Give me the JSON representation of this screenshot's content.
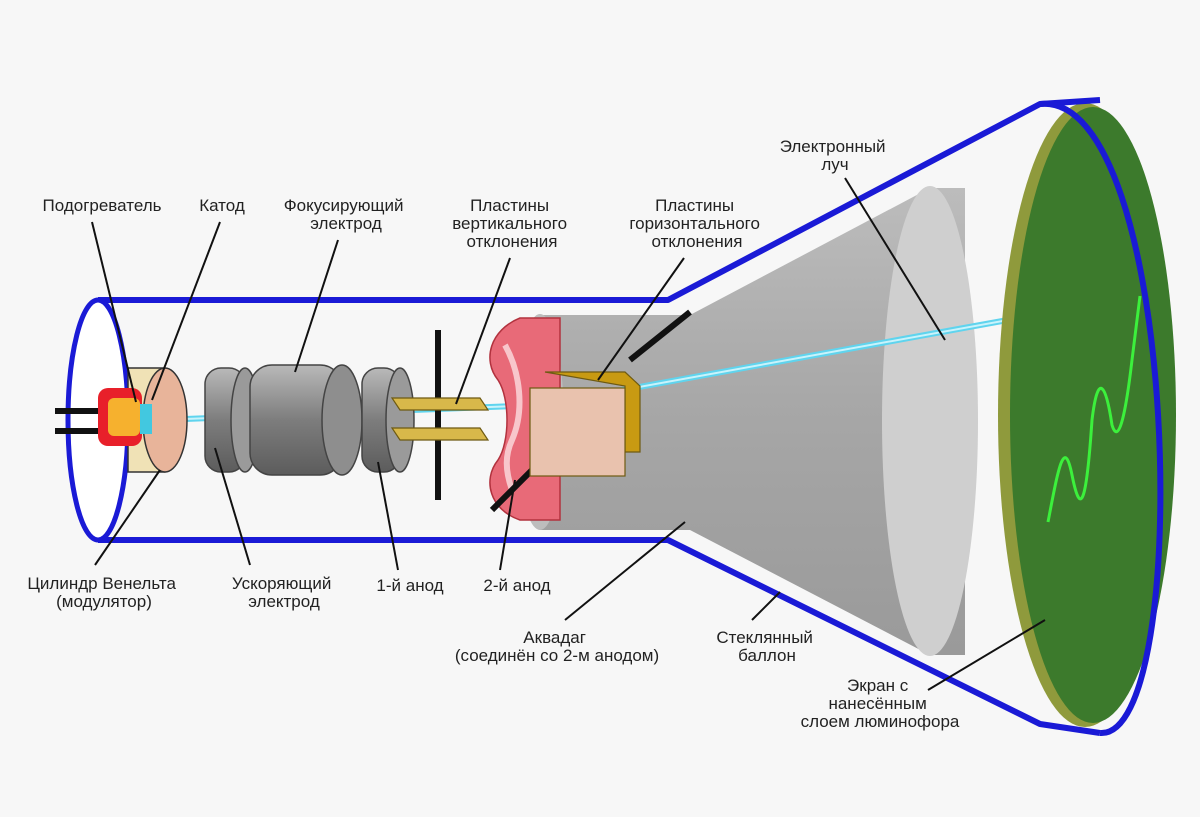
{
  "labels": {
    "heater": "Подогреватель",
    "cathode": "Катод",
    "focusing": [
      "Фокусирующий",
      "электрод"
    ],
    "vertical_plates": [
      "Пластины",
      "вертикального",
      "отклонения"
    ],
    "horizontal_plates": [
      "Пластины",
      "горизонтального",
      "отклонения"
    ],
    "electron_beam": [
      "Электронный",
      "луч"
    ],
    "wehnelt": [
      "Цилиндр Венельта",
      "(модулятор)"
    ],
    "accelerating": [
      "Ускоряющий",
      "электрод"
    ],
    "anode1": "1-й анод",
    "anode2": "2-й анод",
    "aquadag": [
      "Аквадаг",
      "(соединён со 2-м анодом)"
    ],
    "glass": [
      "Стеклянный",
      "баллон"
    ],
    "screen": [
      "Экран с",
      "нанесённым",
      "слоем люминофора"
    ]
  },
  "colors": {
    "glass_outline": "#1a1ad6",
    "beam": "#5fd4ee",
    "screen": "#3c7a2c",
    "screen_rim": "#8f9a3c",
    "trace": "#3cf03c",
    "aquadag": "#a8a8a8",
    "plates": "#c89a12",
    "anode2": "#e86a78",
    "electrodes": "#8c8c8c"
  }
}
